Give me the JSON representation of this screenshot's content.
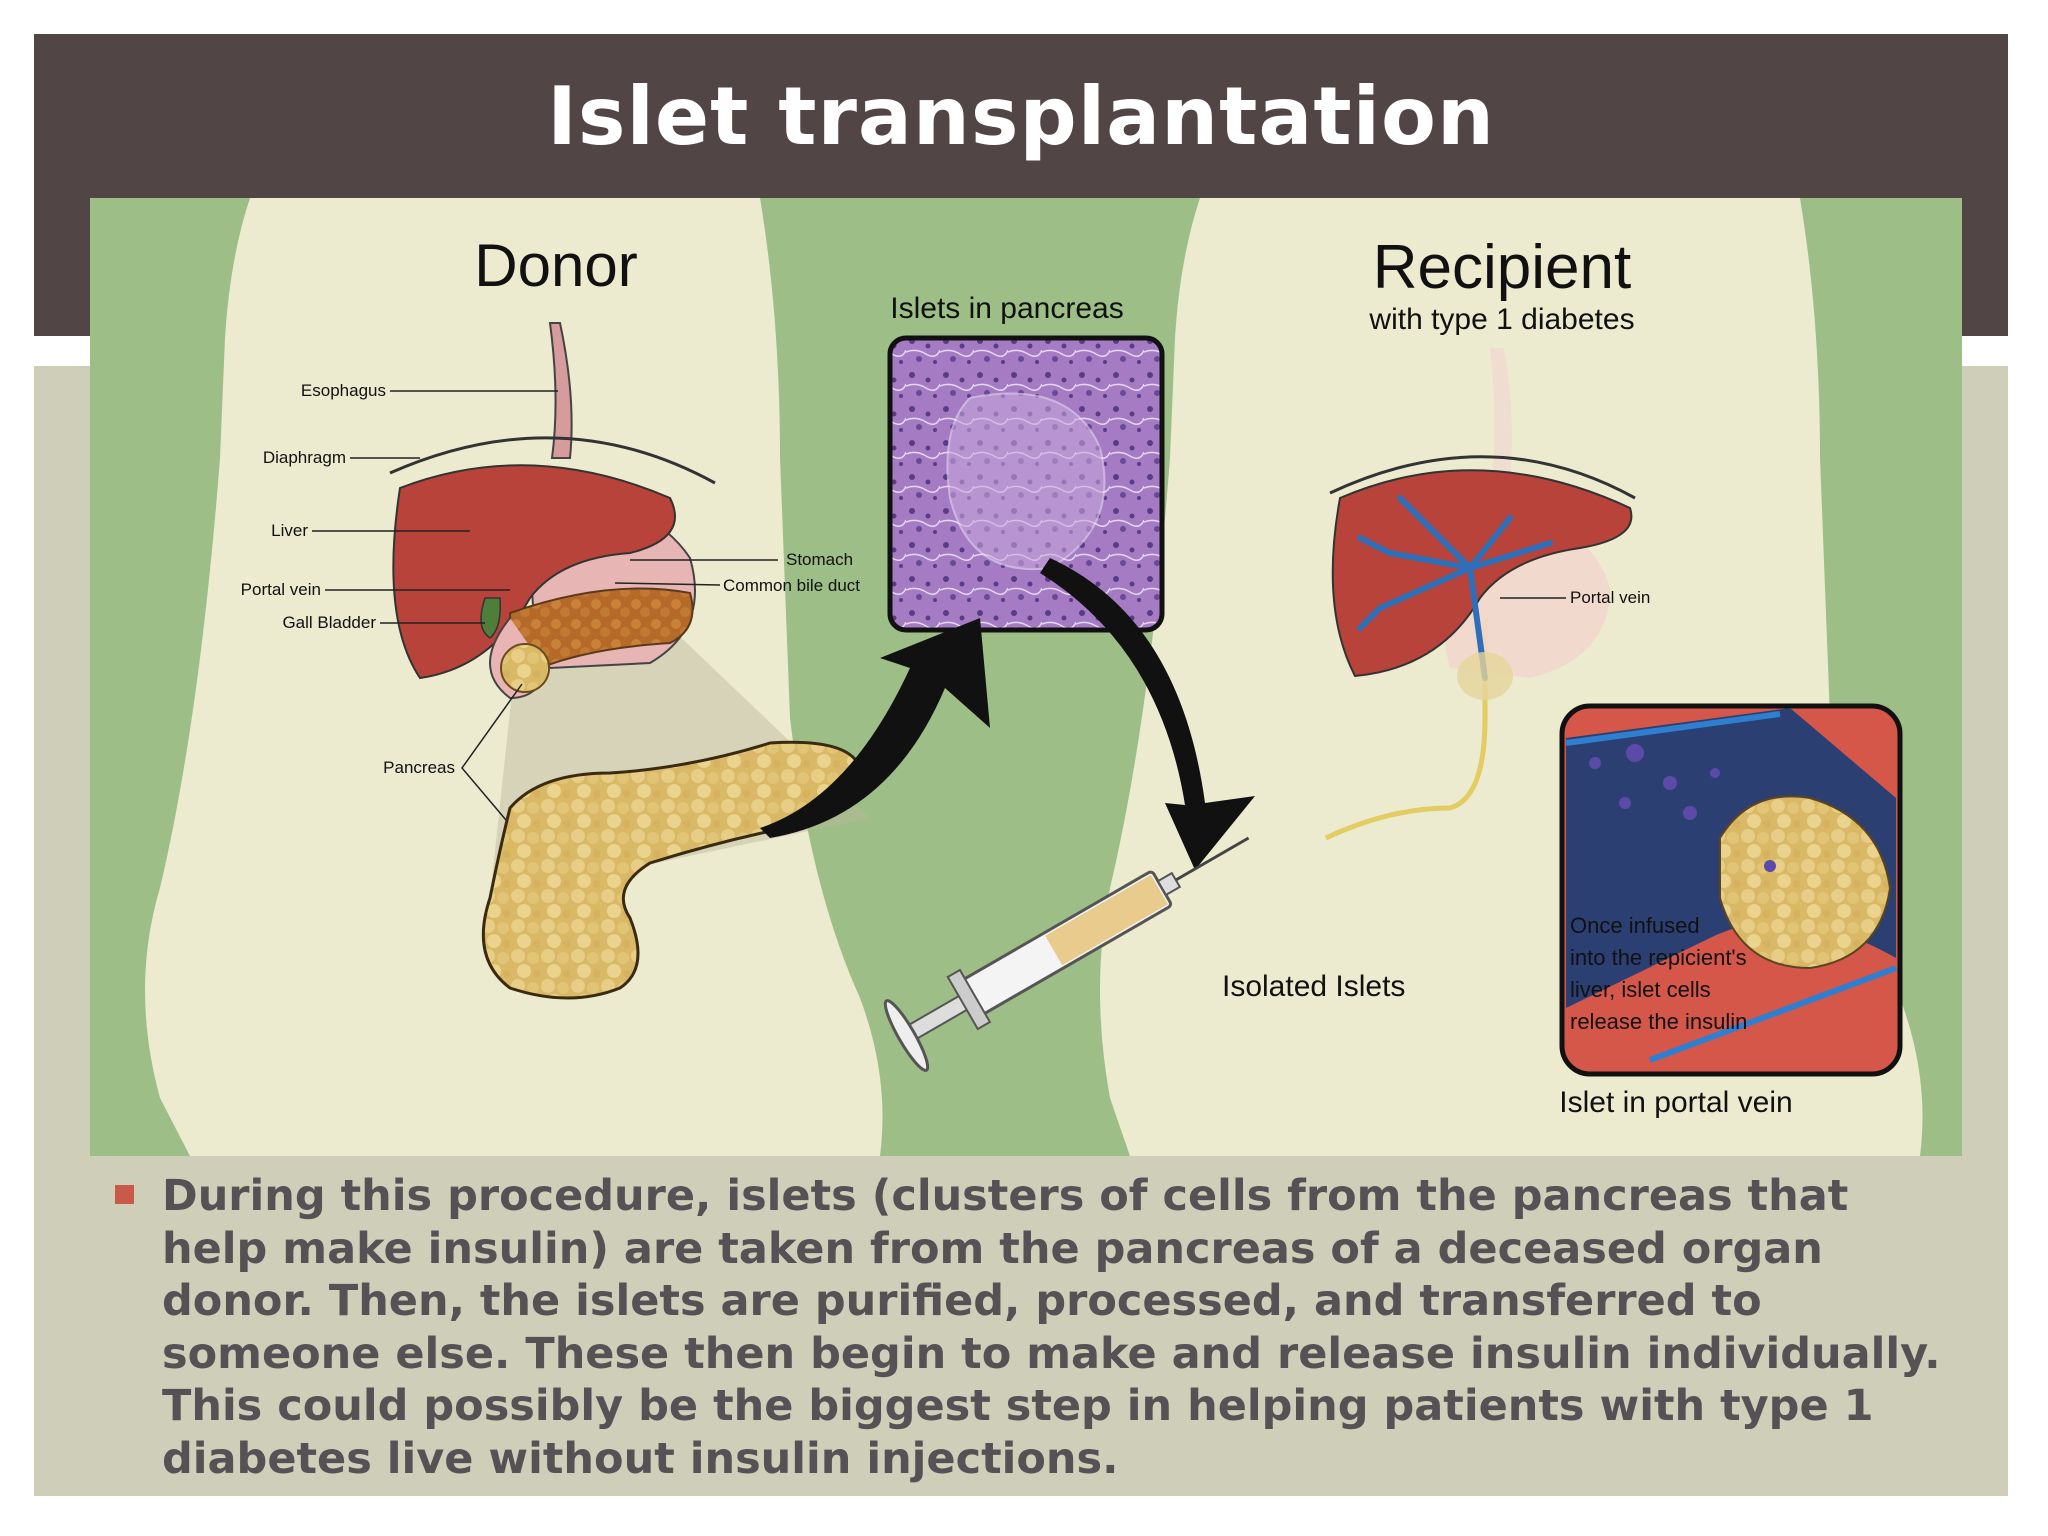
{
  "title": "Islet transplantation",
  "diagram": {
    "donor_heading": "Donor",
    "recipient_heading": "Recipient",
    "recipient_subheading": "with type 1 diabetes",
    "islets_in_pancreas": "Islets in pancreas",
    "isolated_islets": "Isolated Islets",
    "islet_in_portal_vein": "Islet in portal vein",
    "inset_lines": [
      "Once infused",
      "into the repicient's",
      "liver, islet cells",
      "release the insulin"
    ],
    "donor_labels": {
      "esophagus": "Esophagus",
      "diaphragm": "Diaphragm",
      "liver": "Liver",
      "portal_vein": "Portal vein",
      "gall_bladder": "Gall Bladder",
      "pancreas": "Pancreas",
      "stomach": "Stomach",
      "common_bile_duct": "Common bile duct"
    },
    "recipient_labels": {
      "portal_vein": "Portal vein"
    }
  },
  "bullet": "During this procedure, islets (clusters of cells from the pancreas that help make insulin) are taken from the pancreas of a deceased organ donor. Then, the islets are purified, processed, and transferred to someone else. These then begin to make and release insulin individually. This could possibly be the biggest step in helping patients with type 1 diabetes live without insulin injections.",
  "colors": {
    "title_bar": "#524546",
    "panel": "#cfcfb9",
    "illustration_bg": "#9dbf87",
    "body_silhouette": "#ecebcf",
    "liver": "#b8433b",
    "bullet_marker": "#c95a49"
  }
}
